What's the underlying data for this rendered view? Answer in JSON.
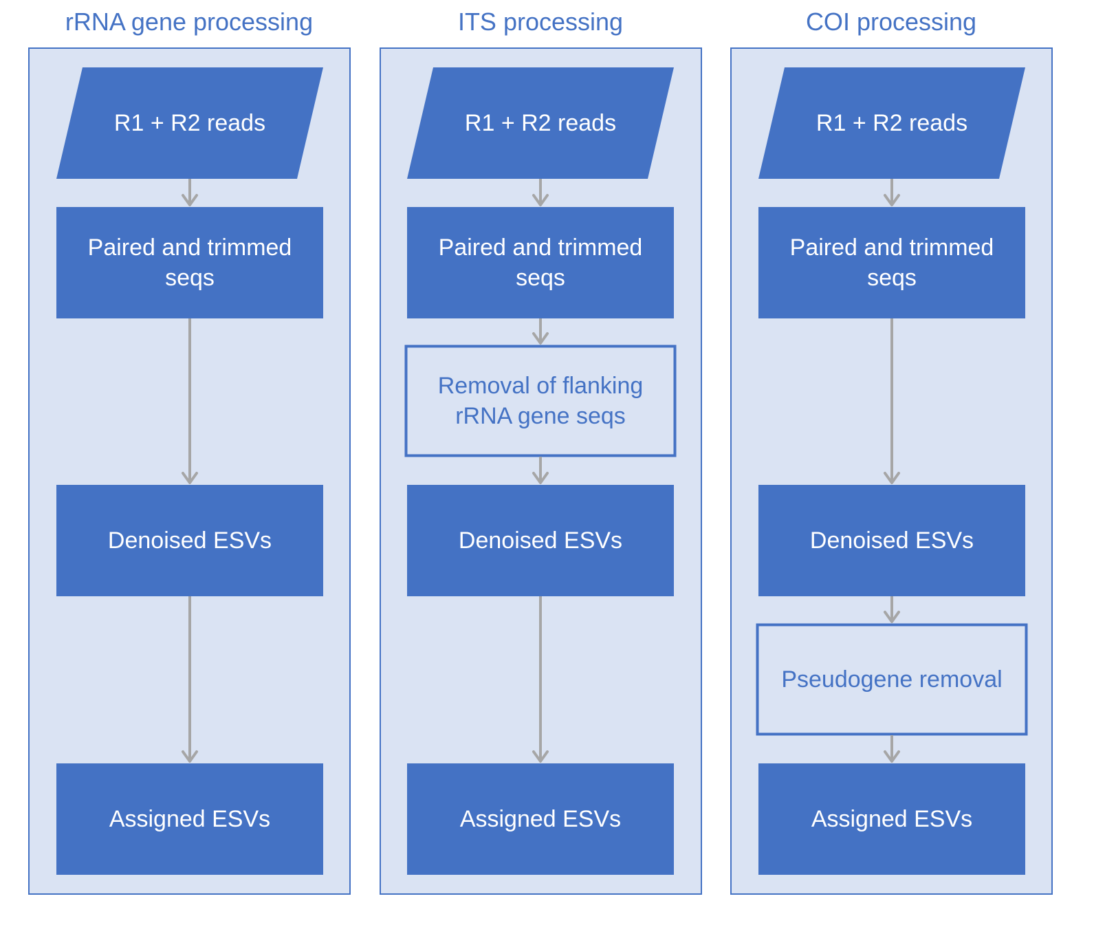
{
  "colors": {
    "panel_fill": "#dae3f3",
    "panel_border": "#4472c4",
    "node_fill": "#4472c4",
    "node_text": "#ffffff",
    "outline_text": "#4472c4",
    "arrow": "#a6a6a6"
  },
  "columns": [
    {
      "title": "rRNA gene processing",
      "nodes": [
        {
          "id": "reads",
          "label": "R1 + R2 reads",
          "shape": "parallelogram"
        },
        {
          "id": "paired",
          "label": "Paired and trimmed seqs",
          "shape": "rect"
        },
        {
          "id": "denoised",
          "label": "Denoised ESVs",
          "shape": "rect"
        },
        {
          "id": "assigned",
          "label": "Assigned ESVs",
          "shape": "rect"
        }
      ]
    },
    {
      "title": "ITS processing",
      "nodes": [
        {
          "id": "reads",
          "label": "R1 + R2 reads",
          "shape": "parallelogram"
        },
        {
          "id": "paired",
          "label": "Paired and trimmed seqs",
          "shape": "rect"
        },
        {
          "id": "removal",
          "label": "Removal of flanking rRNA gene seqs",
          "shape": "outline"
        },
        {
          "id": "denoised",
          "label": "Denoised ESVs",
          "shape": "rect"
        },
        {
          "id": "assigned",
          "label": "Assigned ESVs",
          "shape": "rect"
        }
      ]
    },
    {
      "title": "COI processing",
      "nodes": [
        {
          "id": "reads",
          "label": "R1 + R2 reads",
          "shape": "parallelogram"
        },
        {
          "id": "paired",
          "label": "Paired and trimmed seqs",
          "shape": "rect"
        },
        {
          "id": "denoised",
          "label": "Denoised ESVs",
          "shape": "rect"
        },
        {
          "id": "pseudogene",
          "label": "Pseudogene removal",
          "shape": "outline"
        },
        {
          "id": "assigned",
          "label": "Assigned ESVs",
          "shape": "rect"
        }
      ]
    }
  ]
}
